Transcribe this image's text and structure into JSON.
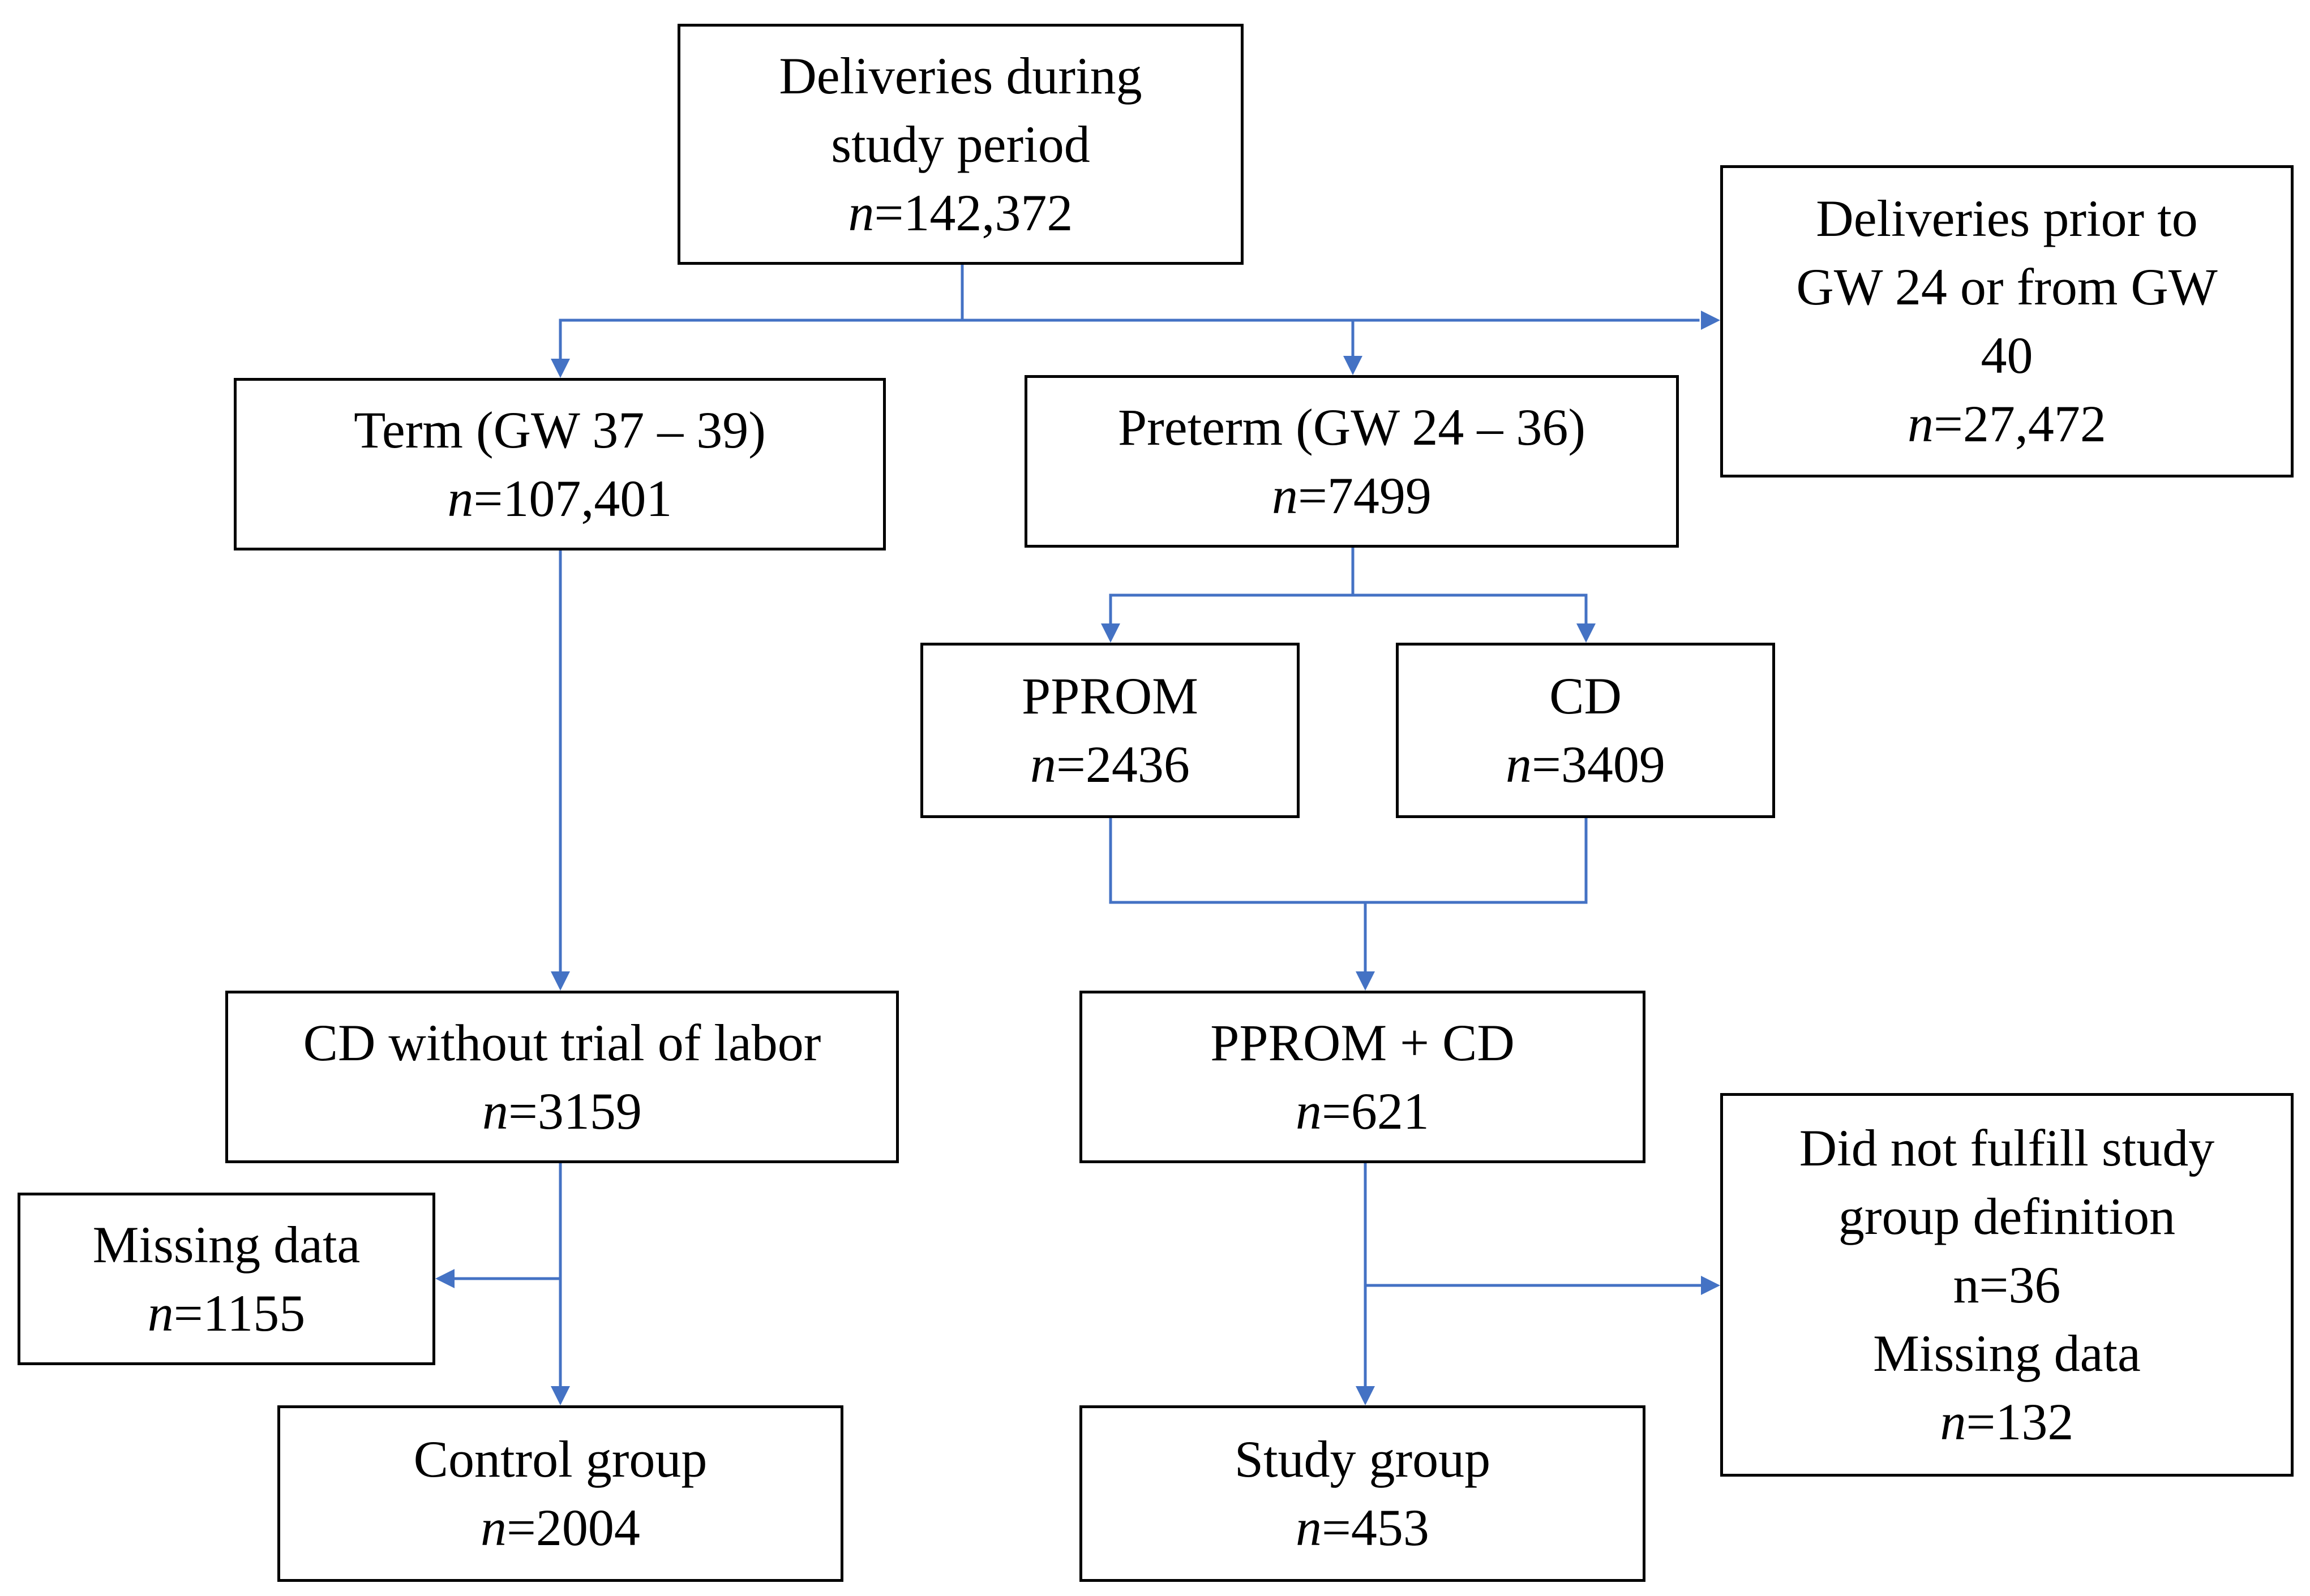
{
  "colors": {
    "connector": "#4472C4",
    "border": "#000000",
    "text": "#000000",
    "background": "#ffffff"
  },
  "boxes": {
    "deliveries": {
      "lines": [
        "Deliveries  during",
        "study period"
      ],
      "n_var": "n",
      "n_val": "=142,372"
    },
    "excluded": {
      "lines": [
        "Deliveries  prior to",
        "GW 24  or from GW",
        "40"
      ],
      "n_var": "n",
      "n_val": "=27,472"
    },
    "term": {
      "lines": [
        "Term (GW 37 – 39)"
      ],
      "n_var": "n",
      "n_val": "=107,401"
    },
    "preterm": {
      "lines": [
        "Preterm (GW 24  – 36)"
      ],
      "n_var": "n",
      "n_val": "=7499"
    },
    "pprom": {
      "lines": [
        "PPROM"
      ],
      "n_var": "n",
      "n_val": "=2436"
    },
    "cd": {
      "lines": [
        "CD"
      ],
      "n_var": "n",
      "n_val": "=3409"
    },
    "cd_no_trial": {
      "lines": [
        "CD without trial  of labor"
      ],
      "n_var": "n",
      "n_val": "=3159"
    },
    "pprom_cd": {
      "lines": [
        "PPROM + CD"
      ],
      "n_var": "n",
      "n_val": "=621"
    },
    "missing_control": {
      "lines": [
        "Missing  data"
      ],
      "n_var": "n",
      "n_val": "=1155"
    },
    "did_not_fulfill": {
      "lines": [
        "Did not fulfill  study",
        "group definition",
        "n=36",
        "Missing  data"
      ],
      "n_var": "n",
      "n_val": "=132"
    },
    "control_group": {
      "lines": [
        "Control group"
      ],
      "n_var": "n",
      "n_val": "=2004"
    },
    "study_group": {
      "lines": [
        "Study group"
      ],
      "n_var": "n",
      "n_val": "=453"
    }
  }
}
